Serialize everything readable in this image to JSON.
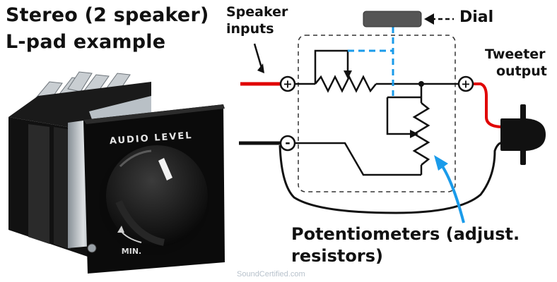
{
  "title": {
    "line1": "Stereo (2 speaker)",
    "line2": "L-pad example"
  },
  "device": {
    "faceplate_label": "AUDIO LEVEL",
    "min_label": "MIN."
  },
  "labels": {
    "speaker_inputs_1": "Speaker",
    "speaker_inputs_2": "inputs",
    "dial": "Dial",
    "tweeter_output_1": "Tweeter",
    "tweeter_output_2": "output",
    "potentiometers_1": "Potentiometers (adjust.",
    "potentiometers_2": "resistors)"
  },
  "terminals": {
    "plus_in": "+",
    "minus_in": "-",
    "plus_out": "+"
  },
  "watermark": "SoundCertified.com",
  "colors": {
    "positive_wire": "#e00000",
    "dial_linkage": "#1a9bea",
    "dial_body": "#555555",
    "annotation_arrow": "#1a9bea"
  }
}
